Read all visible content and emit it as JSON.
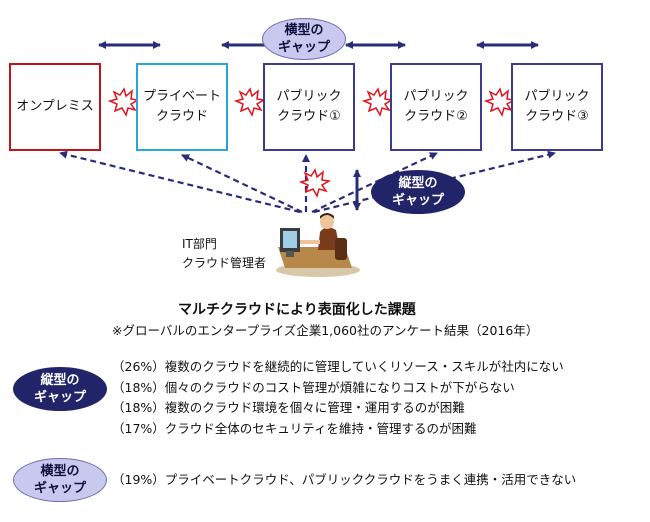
{
  "nodes": [
    {
      "id": "onprem",
      "label": "オンプレミス"
    },
    {
      "id": "private",
      "label": "プライベート\nクラウド"
    },
    {
      "id": "public1",
      "label": "パブリック\nクラウド①"
    },
    {
      "id": "public2",
      "label": "パブリック\nクラウド②"
    },
    {
      "id": "public3",
      "label": "パブリック\nクラウド③"
    }
  ],
  "gap_labels": {
    "horizontal": "横型の\nギャップ",
    "vertical": "縦型の\nギャップ"
  },
  "admin": {
    "line1": "IT部門",
    "line2": "クラウド管理者",
    "icon": "person-at-computer-icon"
  },
  "survey": {
    "title": "マルチクラウドにより表面化した課題",
    "subtitle": "※グローバルのエンタープライズ企業1,060社のアンケート結果（2016年）",
    "vertical_items": [
      "（26%）複数のクラウドを継続的に管理していくリソース・スキルが社内にない",
      "（18%）個々のクラウドのコスト管理が煩雑になりコストが下がらない",
      "（18%）複数のクラウド環境を個々に管理・運用するのが困難",
      "（17%）クラウド全体のセキュリティを維持・管理するのが困難"
    ],
    "horizontal_items": [
      "（19%）プライベートクラウド、パブリッククラウドをうまく連携・活用できない"
    ]
  },
  "colors": {
    "onprem_border": "#c0141c",
    "private_border": "#2aa6d6",
    "public_border": "#3b3c8f",
    "arrow": "#2a2c78",
    "light_oval": "#c9c9ef",
    "dark_oval": "#22246a",
    "spark": "#e0141c"
  }
}
